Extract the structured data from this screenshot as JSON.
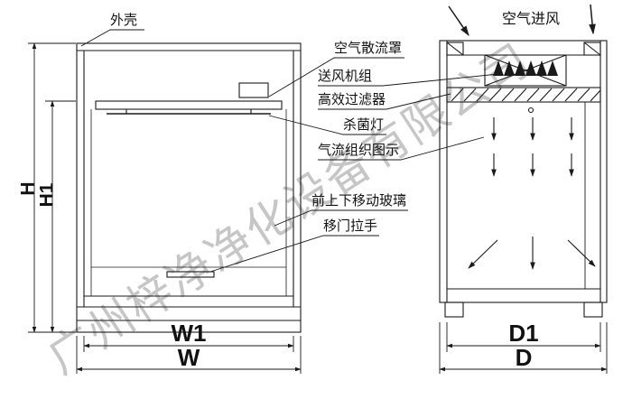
{
  "colors": {
    "background": "#ffffff",
    "line": "#1a1a1a",
    "watermark": "#8f8f8f"
  },
  "watermark": {
    "text": "广州梓净净化设备有限公司"
  },
  "part_labels": {
    "outer_shell": "外壳",
    "air_diffuser": "空气散流罩",
    "fan_unit": "送风机组",
    "hepa_filter": "高效过滤器",
    "germicidal_lamp": "杀菌灯",
    "airflow_pattern": "气流组织图示",
    "front_sliding_glass": "前上下移动玻璃",
    "door_handle": "移门拉手",
    "air_inlet": "空气进风"
  },
  "dimension_labels": {
    "h": "H",
    "h1": "H1",
    "w1": "W1",
    "w": "W",
    "d1": "D1",
    "d": "D"
  },
  "icons": {
    "fan_impeller": "fan-impeller-icon",
    "airflow_down_arrow": "down-arrow-icon",
    "air_intake_arrow": "intake-arrow-icon"
  }
}
